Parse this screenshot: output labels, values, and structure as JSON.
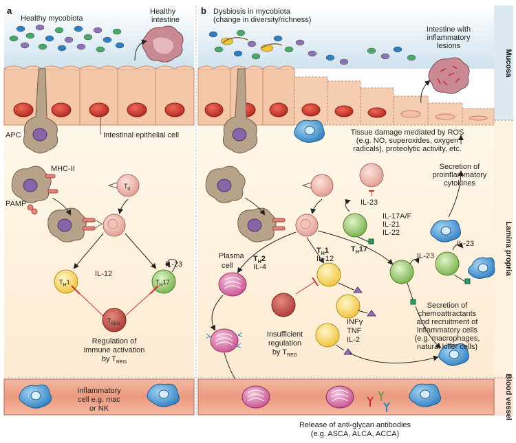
{
  "panel_a": {
    "letter": "a",
    "healthy_mycobiota": "Healthy mycobiota",
    "healthy_intestine": [
      "Healthy",
      "intestine"
    ],
    "apc": "APC",
    "epithelial": "Intestinal epithelial cell",
    "mhc": "MHC-II",
    "pamp": "PAMP",
    "t0": "T",
    "t0_sub": "0",
    "th1": "T",
    "th1_sub": "H",
    "th1_num": "1",
    "th17": "T",
    "th17_sub": "H",
    "th17_num": "17",
    "il12": "IL-12",
    "il23": "IL-23",
    "treg": "T",
    "treg_sub": "REG",
    "regulation": [
      "Regulation of",
      "immune activation",
      "by T"
    ],
    "regulation_sub": "REG",
    "inflammatory": [
      "Inflammatory",
      "cell e.g. mac",
      "or NK"
    ]
  },
  "panel_b": {
    "letter": "b",
    "dysbiosis": [
      "Dysbiosis in mycobiota",
      "(change in diversity/richness)"
    ],
    "inflamed": [
      "Intestine with",
      "inflammatory",
      "lesions"
    ],
    "tissue_damage": [
      "Tissue damage mediated by ROS",
      "(e.g. NO, superoxides, oxygen",
      "radicals), proteolytic activity, etc."
    ],
    "il23_top": "IL-23",
    "il17": [
      "IL-17A/F",
      "IL-21",
      "IL-22"
    ],
    "secretion_pro": [
      "Secretion of",
      "proinflammatory",
      "cytokines"
    ],
    "il23_right": "IL-23",
    "il23_mid": "IL-23",
    "th2": [
      "T",
      "H",
      "2"
    ],
    "il4": "IL-4",
    "th1": [
      "T",
      "H",
      "1"
    ],
    "il12": "IL-12",
    "th17": [
      "T",
      "H",
      "17"
    ],
    "plasma": [
      "Plasma",
      "cell"
    ],
    "cytokines": [
      "INFγ",
      "TNF",
      "IL-2"
    ],
    "insufficient": [
      "Insufficient",
      "regulation",
      "by T"
    ],
    "insufficient_sub": "REG",
    "chemo": [
      "Secretion of",
      "chemoattractants",
      "and recruitment of",
      "inflammatory cells",
      "(e.g. macrophages,",
      "natural killer cells)"
    ],
    "antibodies": [
      "Release of anti-glycan antibodies",
      "(e.g. ASCA, ALCA, ACCA)"
    ]
  },
  "side_labels": {
    "mucosa": "Mucosa",
    "lamina": "Lamina propria",
    "blood": "Blood vessel"
  },
  "colors": {
    "mucosa_bg": "#dbe9f1",
    "lamina_bg": "#fdf0dc",
    "epithelium": "#f3c7a8",
    "nucleus": "#c8302a",
    "vessel": "#e99d84",
    "th1": "#f4cc46",
    "th17": "#8cc45a",
    "treg": "#b8463e",
    "tcell": "#eeb2a8",
    "plasma": "#d86aa5",
    "blue_cell": "#4a9dd6"
  }
}
